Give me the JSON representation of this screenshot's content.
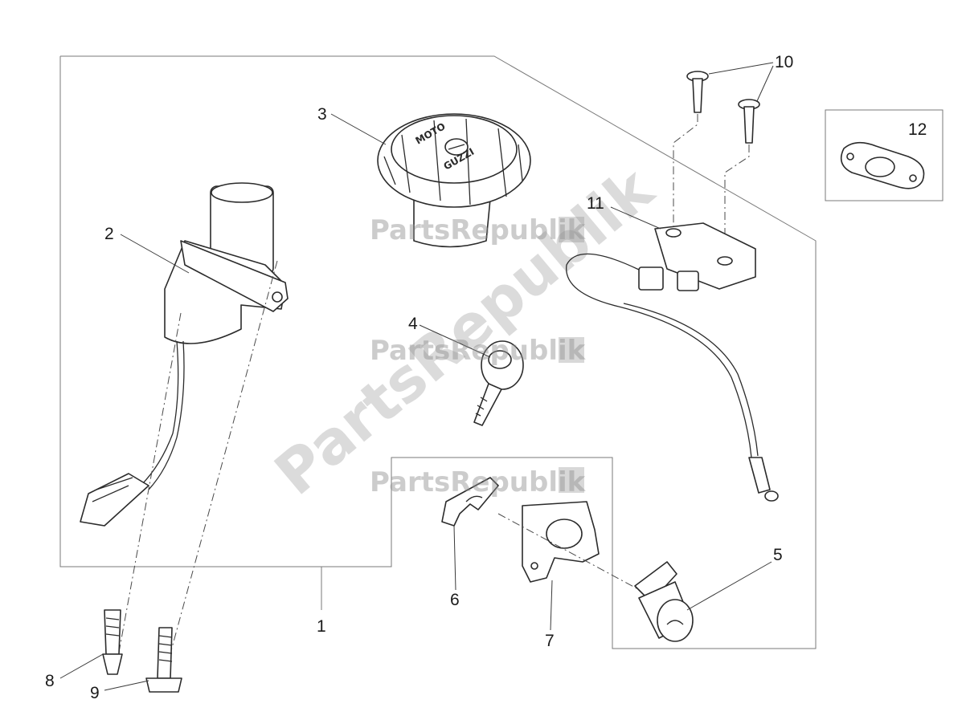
{
  "callouts": {
    "c1": "1",
    "c2": "2",
    "c3": "3",
    "c4": "4",
    "c5": "5",
    "c6": "6",
    "c7": "7",
    "c8": "8",
    "c9": "9",
    "c10": "10",
    "c11": "11",
    "c12": "12"
  },
  "watermark": {
    "text": "PartsRepublik"
  },
  "fuel_cap": {
    "brand_top": "MOTO",
    "brand_bottom": "GUZZI"
  },
  "colors": {
    "line": "#2b2b2b",
    "frame": "#7a7a7a",
    "watermark": "#8f8f8f",
    "background": "#ffffff"
  }
}
